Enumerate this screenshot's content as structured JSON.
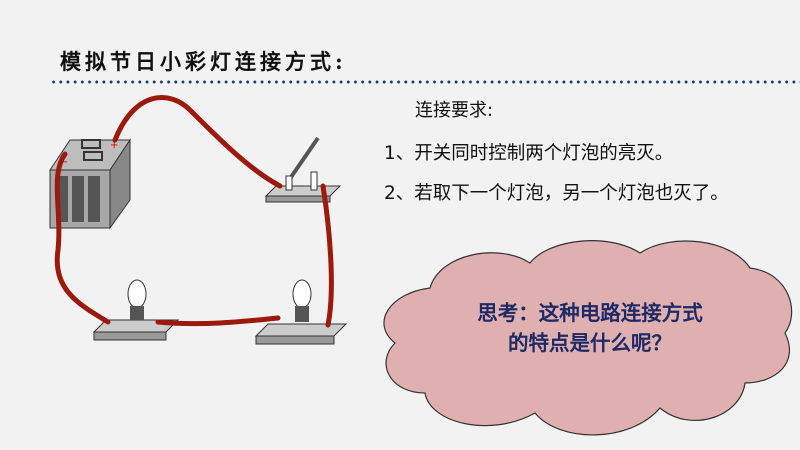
{
  "slide": {
    "title": "模拟节日小彩灯连接方式:",
    "requirements": {
      "heading": "连接要求:",
      "items": [
        "1、开关同时控制两个灯泡的亮灭。",
        "2、若取下一个灯泡，另一个灯泡也灭了。"
      ]
    },
    "question": {
      "line1": "思考：这种电路连接方式",
      "line2": "的特点是什么呢？"
    },
    "colors": {
      "background": "#f2f2f2",
      "wire": "#9b1a0c",
      "cloud": "#e0b0b0",
      "question_text": "#1d2a66",
      "dots": "#1f3a6e"
    }
  }
}
